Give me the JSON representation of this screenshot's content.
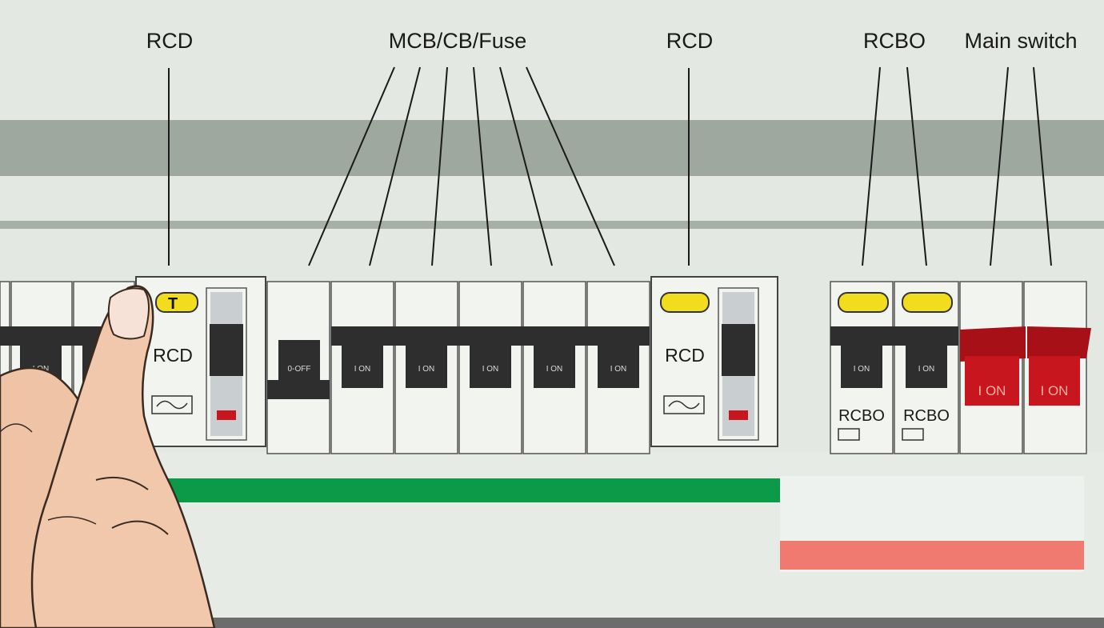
{
  "labels": {
    "rcd_left": "RCD",
    "mcb": "MCB/CB/Fuse",
    "rcd_right": "RCD",
    "rcbo": "RCBO",
    "main_switch": "Main switch"
  },
  "devices": {
    "rcd_text": "RCD",
    "rcd_test": "T",
    "rcbo_text": "RCBO",
    "switch_on": "I ON",
    "switch_off": "0-OFF",
    "main_on": "I ON"
  },
  "colors": {
    "panel": "#e4e8e2",
    "band": "#9ea89e",
    "green_bar": "#0c9a48",
    "red_bar": "#f07a70",
    "main_switch": "#c8161e",
    "indicator": "#f2dc1e",
    "toggle": "#2e2e2e"
  }
}
